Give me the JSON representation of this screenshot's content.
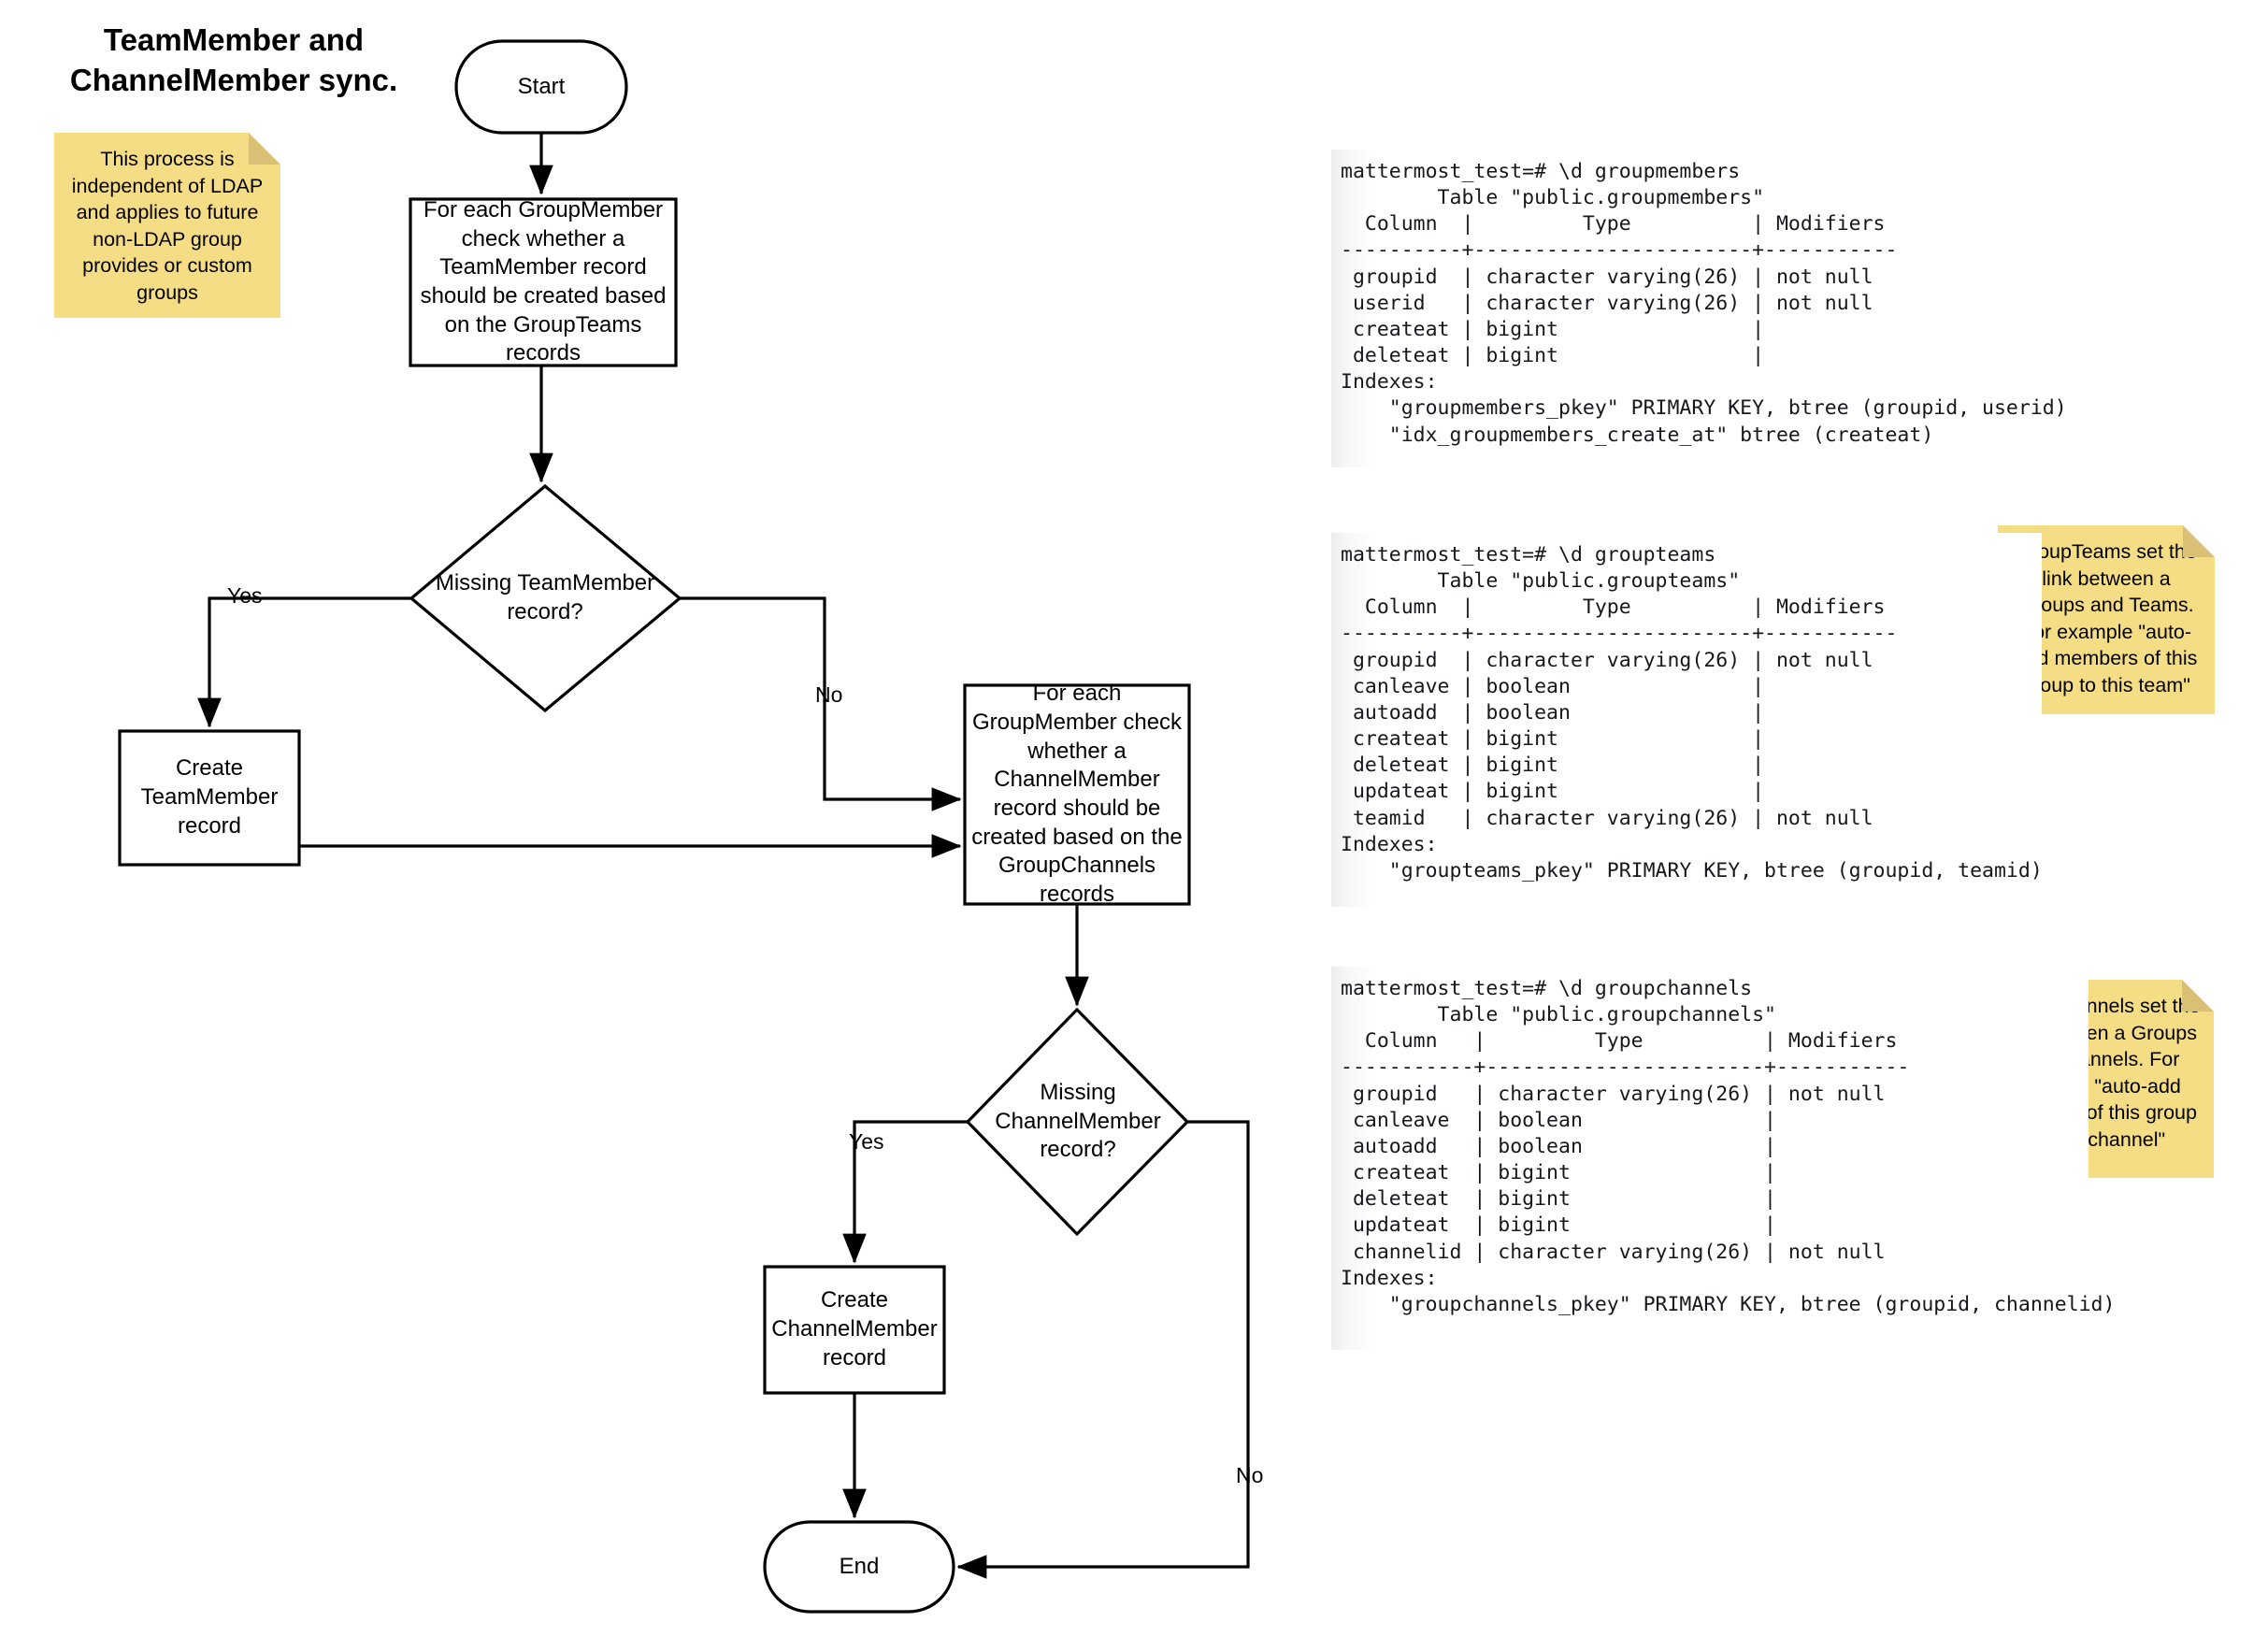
{
  "title": "TeamMember and\nChannelMember sync.",
  "flowchart": {
    "nodes": {
      "start": "Start",
      "process_teammember": "For each GroupMember check whether a TeamMember record should be created based on the GroupTeams records",
      "decision_teammember": "Missing TeamMember record?",
      "create_teammember": "Create TeamMember record",
      "process_channelmember": "For each GroupMember check whether a ChannelMember record should be created based on the GroupChannels records",
      "decision_channelmember": "Missing ChannelMember record?",
      "create_channelmember": "Create ChannelMember record",
      "end": "End"
    },
    "edge_labels": {
      "team_yes": "Yes",
      "team_no": "No",
      "channel_yes": "Yes",
      "channel_no": "No"
    }
  },
  "notes": {
    "ldap": "This process is independent of LDAP and applies to future non-LDAP group provides or custom groups",
    "groupteams": "GroupTeams set the link between a Groups and Teams. For example \"auto-add members of this group to this team\"",
    "groupchannels": "GroupChannels set the link between a Groups and Channels. For example \"auto-add members of this group to this channel\""
  },
  "terminal": {
    "groupmembers": "mattermost_test=# \\d groupmembers\n        Table \"public.groupmembers\"\n  Column  |         Type          | Modifiers\n----------+-----------------------+-----------\n groupid  | character varying(26) | not null\n userid   | character varying(26) | not null\n createat | bigint                |\n deleteat | bigint                |\nIndexes:\n    \"groupmembers_pkey\" PRIMARY KEY, btree (groupid, userid)\n    \"idx_groupmembers_create_at\" btree (createat)",
    "groupteams": "mattermost_test=# \\d groupteams\n        Table \"public.groupteams\"\n  Column  |         Type          | Modifiers\n----------+-----------------------+-----------\n groupid  | character varying(26) | not null\n canleave | boolean               |\n autoadd  | boolean               |\n createat | bigint                |\n deleteat | bigint                |\n updateat | bigint                |\n teamid   | character varying(26) | not null\nIndexes:\n    \"groupteams_pkey\" PRIMARY KEY, btree (groupid, teamid)",
    "groupchannels": "mattermost_test=# \\d groupchannels\n        Table \"public.groupchannels\"\n  Column   |         Type          | Modifiers\n-----------+-----------------------+-----------\n groupid   | character varying(26) | not null\n canleave  | boolean               |\n autoadd   | boolean               |\n createat  | bigint                |\n deleteat  | bigint                |\n updateat  | bigint                |\n channelid | character varying(26) | not null\nIndexes:\n    \"groupchannels_pkey\" PRIMARY KEY, btree (groupid, channelid)"
  },
  "colors": {
    "note_fill": "#f4dd84",
    "note_fold": "#d9c074",
    "stroke": "#000000",
    "node_fill": "#ffffff"
  }
}
